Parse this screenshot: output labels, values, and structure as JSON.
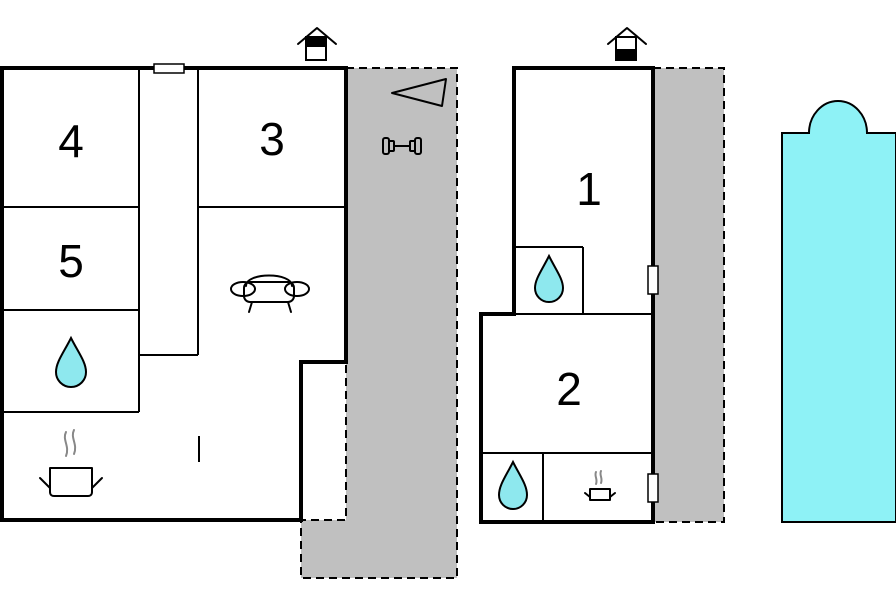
{
  "floor_plan": {
    "rooms": [
      {
        "id": "room-1",
        "label": "1"
      },
      {
        "id": "room-2",
        "label": "2"
      },
      {
        "id": "room-3",
        "label": "3"
      },
      {
        "id": "room-4",
        "label": "4"
      },
      {
        "id": "room-5",
        "label": "5"
      }
    ],
    "icons": {
      "entrance": "house-entrance-icon",
      "bathroom": "water-drop-icon",
      "kitchen": "cooking-pot-icon",
      "living": "sofa-icon",
      "fitness": "dumbbell-icon",
      "terrace_feature": "triangle-marker-icon"
    },
    "colors": {
      "terrace": "#c0c0c0",
      "pool": "#8ef2f6",
      "bathroom_drop": "#8ee8ee"
    }
  }
}
